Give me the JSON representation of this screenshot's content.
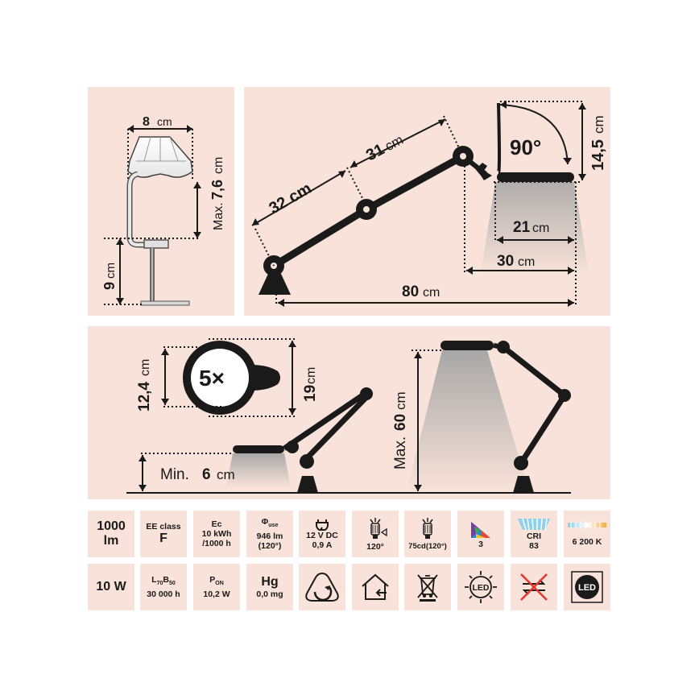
{
  "dimensions": {
    "shade_width": "8",
    "shade_height_prefix": "Max.",
    "shade_height": "7,6",
    "clamp_height": "9",
    "arm_lower": "32 cm",
    "arm_upper": "31",
    "head_tilt": "90°",
    "head_height": "14,5",
    "light_inner": "21",
    "light_outer": "30",
    "total_reach": "80",
    "lens_inner": "12,4",
    "lens_outer": "19",
    "magnification": "5×",
    "min_height_prefix": "Min.",
    "min_height": "6",
    "max_height_prefix": "Max.",
    "max_height": "60",
    "unit": "cm"
  },
  "specs_row1": [
    {
      "id": "lumen",
      "line1": "1000",
      "line2": "lm"
    },
    {
      "id": "ee-class",
      "line1": "EE class",
      "line2": "F"
    },
    {
      "id": "energy",
      "line1": "Ec",
      "line2": "10 kWh",
      "line3": "/1000 h"
    },
    {
      "id": "flux",
      "line1": "Φ",
      "sub": "use",
      "line2": "946 lm",
      "line3": "(120°)"
    },
    {
      "id": "power-supply",
      "line1": "12 V DC",
      "line2": "0,9 A"
    },
    {
      "id": "beam-angle",
      "line1": "120°"
    },
    {
      "id": "intensity",
      "line1": "75cd(120°)"
    },
    {
      "id": "color-rendering",
      "line1": "3"
    },
    {
      "id": "cri",
      "line1": "CRI",
      "line2": "83"
    },
    {
      "id": "color-temp",
      "line1": "6 200 K"
    }
  ],
  "specs_row2": [
    {
      "id": "wattage",
      "line1": "10 W"
    },
    {
      "id": "lifetime",
      "line1": "L",
      "sub1": "70",
      "mid": "B",
      "sub2": "50",
      "line2": "30 000 h"
    },
    {
      "id": "on-power",
      "line1": "P",
      "sub": "ON",
      "line2": "10,2 W"
    },
    {
      "id": "mercury",
      "line1": "Hg",
      "line2": "0,0 mg"
    },
    {
      "id": "dimmer"
    },
    {
      "id": "indoor"
    },
    {
      "id": "weee"
    },
    {
      "id": "led-light",
      "label": "LED"
    },
    {
      "id": "no-replace"
    },
    {
      "id": "led-integrated",
      "label": "LED"
    }
  ],
  "colors": {
    "panel": "#f8e2d9",
    "ink": "#1a1a1a"
  }
}
